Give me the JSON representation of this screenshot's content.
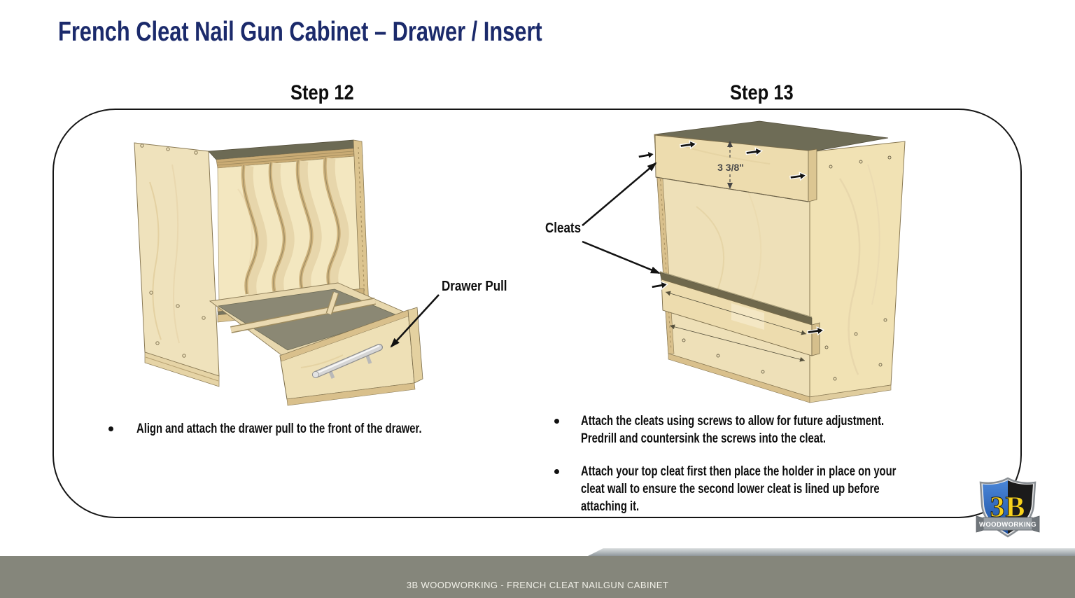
{
  "title": "French Cleat Nail Gun Cabinet – Drawer / Insert",
  "steps": {
    "step12": {
      "heading": "Step 12",
      "callout": "Drawer Pull",
      "bullets": [
        "Align and attach the drawer pull to the front of the drawer."
      ]
    },
    "step13": {
      "heading": "Step 13",
      "callout": "Cleats",
      "dimension": "3 3/8\"",
      "bullets": [
        "Attach the cleats using screws to allow for future adjustment.  Predrill and countersink the screws into the cleat.",
        "Attach your top cleat first then place the holder in place on your cleat wall to ensure the second lower cleat is lined up before attaching it."
      ]
    }
  },
  "logo": {
    "initials": "3B",
    "banner": "WOODWORKING"
  },
  "footer": {
    "text": "3B WOODWORKING - FRENCH CLEAT NAILGUN CABINET"
  },
  "colors": {
    "title_navy": "#1b2a6b",
    "footer_olive": "#85867b",
    "wood_light": "#efe2bc",
    "wood_mid": "#eee0b8",
    "wood_edge": "#c9ab74",
    "top_dark": "#6c6a54",
    "logo_blue": "#2a62b8",
    "logo_yellow": "#f8d21c"
  }
}
